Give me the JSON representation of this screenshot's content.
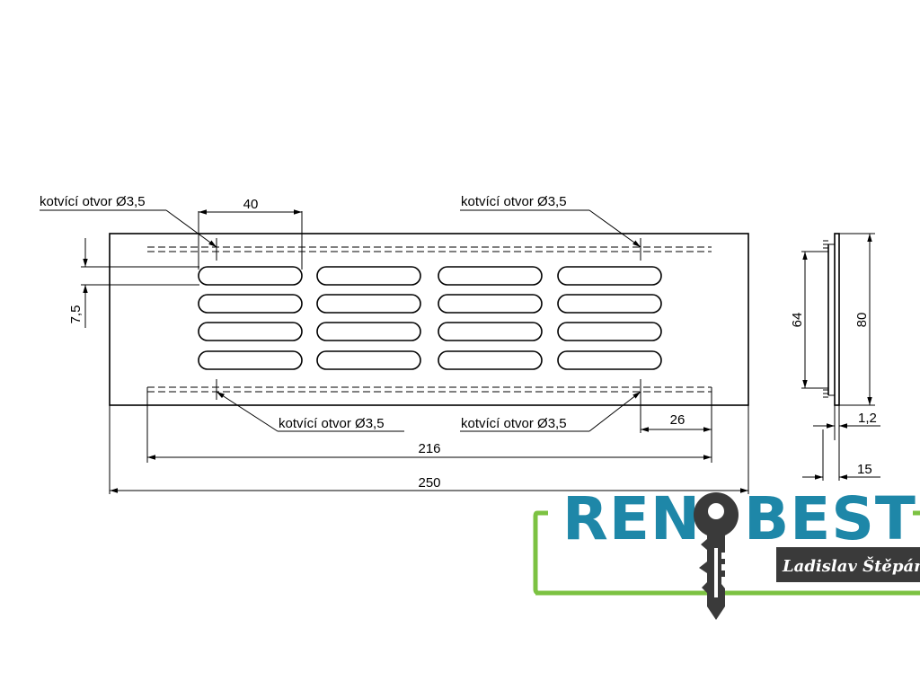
{
  "anchor_hole_label": "kotvící otvor Ø3,5",
  "dimensions": {
    "slot_length": "40",
    "slot_pitch": "7,5",
    "hole_offset": "26",
    "hole_spacing": "216",
    "overall_length": "250",
    "inner_height": "64",
    "overall_height": "80",
    "thickness": "1,2",
    "depth": "15"
  },
  "logo": {
    "name_left": "REN",
    "name_right": "BEST",
    "subtitle": "Ladislav Štěpán",
    "colors": {
      "text": "#1e87a8",
      "frame": "#7cc242",
      "key": "#3a3a3a",
      "banner": "#3a3a3a"
    }
  }
}
